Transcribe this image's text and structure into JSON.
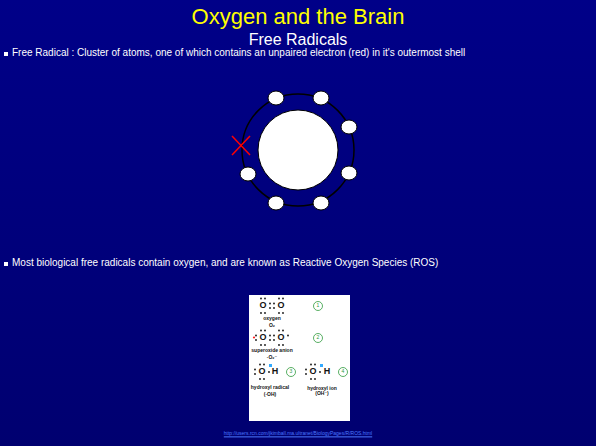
{
  "diagram": {
    "title": "Oxygen and the Brain",
    "labels": [
      "Free Radicals",
      "Free Radical : Cluster of atoms, one of which contains an unpaired electron (red) in it's outermost shell",
      "Most biological free radicals contain oxygen, and are known as Reactive Oxygen Species (ROS)",
      "O",
      "O",
      "oxygen",
      "O₂",
      "1",
      "O",
      "O",
      "superoxide anion",
      "·O₂⁻",
      "2",
      "O",
      "H",
      "hydroxyl radical",
      "(·OH)",
      "3",
      "O",
      "H",
      "hydroxyl ion (OH⁻)",
      "4",
      "http://users.rcn.com/jkimball.ma.ultranet/BiologyPages/R/ROS.html"
    ]
  }
}
